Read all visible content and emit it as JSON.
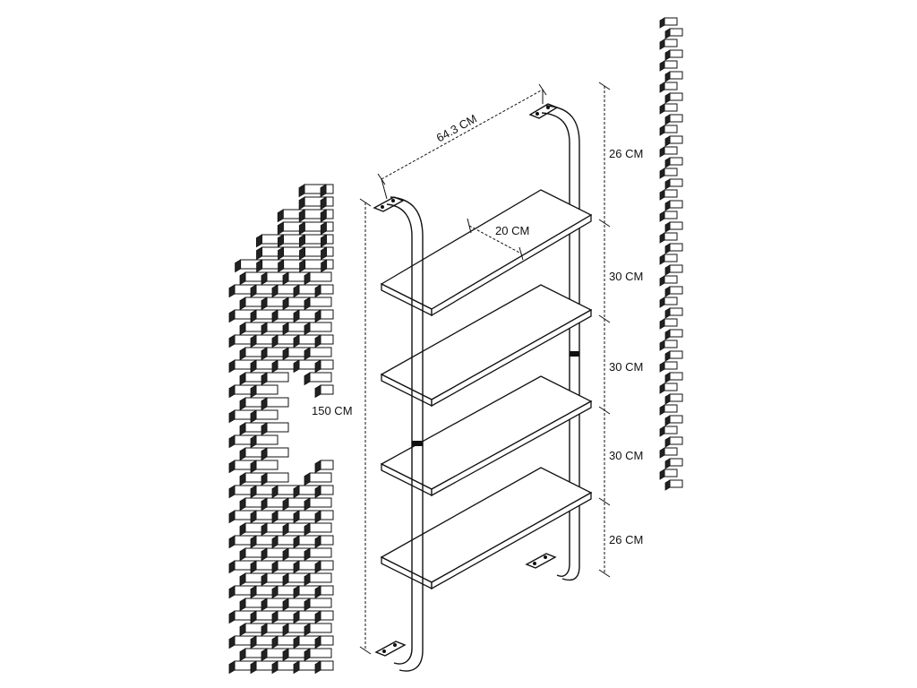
{
  "dimensions": {
    "width": "64.3 CM",
    "depth": "20 CM",
    "total_height": "150 CM",
    "segment_top": "26 CM",
    "segment_1": "30 CM",
    "segment_2": "30 CM",
    "segment_3": "30 CM",
    "segment_bottom": "26 CM"
  },
  "colors": {
    "ink": "#111111",
    "background": "#ffffff"
  }
}
